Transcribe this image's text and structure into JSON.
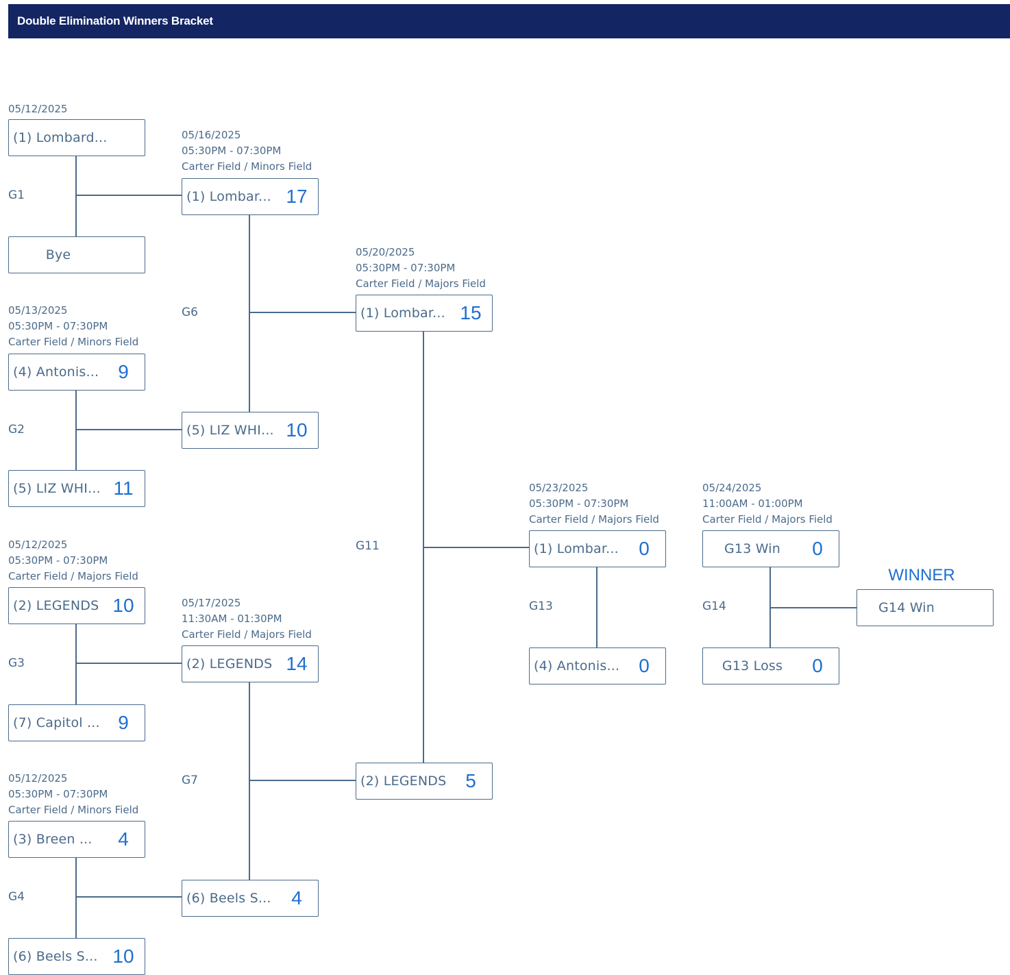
{
  "header": {
    "title": "Double Elimination Winners Bracket"
  },
  "winner_label": "WINNER",
  "games": [
    {
      "id": "g1",
      "label": "G1",
      "date": "05/12/2025",
      "time": "",
      "field": "",
      "teams": [
        {
          "name": "(1) Lombard...",
          "score": ""
        },
        {
          "name": "Bye",
          "score": ""
        }
      ]
    },
    {
      "id": "g2",
      "label": "G2",
      "date": "05/13/2025",
      "time": "05:30PM - 07:30PM",
      "field": "Carter Field / Minors Field",
      "teams": [
        {
          "name": "(4) Antonis...",
          "score": "9"
        },
        {
          "name": "(5) LIZ WHI...",
          "score": "11"
        }
      ]
    },
    {
      "id": "g3",
      "label": "G3",
      "date": "05/12/2025",
      "time": "05:30PM - 07:30PM",
      "field": "Carter Field / Majors Field",
      "teams": [
        {
          "name": "(2) LEGENDS",
          "score": "10"
        },
        {
          "name": "(7) Capitol ...",
          "score": "9"
        }
      ]
    },
    {
      "id": "g4",
      "label": "G4",
      "date": "05/12/2025",
      "time": "05:30PM - 07:30PM",
      "field": "Carter Field / Minors Field",
      "teams": [
        {
          "name": "(3) Breen ...",
          "score": "4"
        },
        {
          "name": "(6) Beels S...",
          "score": "10"
        }
      ]
    },
    {
      "id": "g6",
      "label": "G6",
      "date": "05/16/2025",
      "time": "05:30PM - 07:30PM",
      "field": "Carter Field / Minors Field",
      "teams": [
        {
          "name": "(1) Lombar...",
          "score": "17"
        },
        {
          "name": "(5) LIZ WHI...",
          "score": "10"
        }
      ]
    },
    {
      "id": "g7",
      "label": "G7",
      "date": "05/17/2025",
      "time": "11:30AM - 01:30PM",
      "field": "Carter Field / Majors Field",
      "teams": [
        {
          "name": "(2) LEGENDS",
          "score": "14"
        },
        {
          "name": "(6) Beels S...",
          "score": "4"
        }
      ]
    },
    {
      "id": "g11",
      "label": "G11",
      "date": "05/20/2025",
      "time": "05:30PM - 07:30PM",
      "field": "Carter Field / Majors Field",
      "teams": [
        {
          "name": "(1) Lombar...",
          "score": "15"
        },
        {
          "name": "(2) LEGENDS",
          "score": "5"
        }
      ]
    },
    {
      "id": "g13",
      "label": "G13",
      "date": "05/23/2025",
      "time": "05:30PM - 07:30PM",
      "field": "Carter Field / Majors Field",
      "teams": [
        {
          "name": "(1) Lombar...",
          "score": "0"
        },
        {
          "name": "(4) Antonis...",
          "score": "0"
        }
      ]
    },
    {
      "id": "g14",
      "label": "G14",
      "date": "05/24/2025",
      "time": "11:00AM - 01:00PM",
      "field": "Carter Field / Majors Field",
      "teams": [
        {
          "name": "G13 Win",
          "score": "0"
        },
        {
          "name": "G13 Loss",
          "score": "0"
        }
      ]
    }
  ],
  "final": {
    "name": "G14 Win"
  }
}
